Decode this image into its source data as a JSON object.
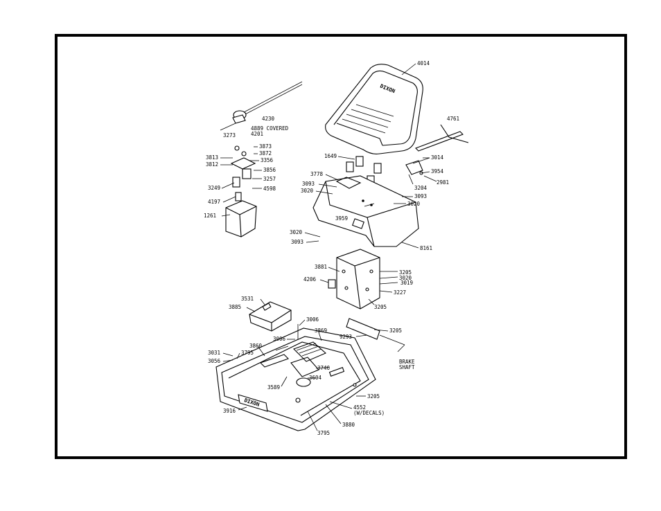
{
  "logos": {
    "seat_logo": "DIXON",
    "pan_logo": "DIXON"
  },
  "labels": [
    {
      "id": "4014",
      "text": "4014"
    },
    {
      "id": "4761",
      "text": "4761"
    },
    {
      "id": "4230",
      "text": "4230"
    },
    {
      "id": "3273",
      "text": "3273"
    },
    {
      "id": "4889",
      "text": "4889 COVERED"
    },
    {
      "id": "4201",
      "text": "4201"
    },
    {
      "id": "3873",
      "text": "3873"
    },
    {
      "id": "3872",
      "text": "3872"
    },
    {
      "id": "3356",
      "text": "3356"
    },
    {
      "id": "3813",
      "text": "3813"
    },
    {
      "id": "3812",
      "text": "3812"
    },
    {
      "id": "3856",
      "text": "3856"
    },
    {
      "id": "3257",
      "text": "3257"
    },
    {
      "id": "3249",
      "text": "3249"
    },
    {
      "id": "4598",
      "text": "4598"
    },
    {
      "id": "4197",
      "text": "4197"
    },
    {
      "id": "1261",
      "text": "1261"
    },
    {
      "id": "1649",
      "text": "1649"
    },
    {
      "id": "3778",
      "text": "3778"
    },
    {
      "id": "3093a",
      "text": "3093"
    },
    {
      "id": "3020a",
      "text": "3020"
    },
    {
      "id": "3014",
      "text": "3014"
    },
    {
      "id": "3954",
      "text": "3954"
    },
    {
      "id": "2981",
      "text": "2981"
    },
    {
      "id": "3204",
      "text": "3204"
    },
    {
      "id": "3093b",
      "text": "3093"
    },
    {
      "id": "3020b",
      "text": "3020"
    },
    {
      "id": "3959",
      "text": "3959"
    },
    {
      "id": "3020c",
      "text": "3020"
    },
    {
      "id": "3093c",
      "text": "3093"
    },
    {
      "id": "8161",
      "text": "8161"
    },
    {
      "id": "3881",
      "text": "3881"
    },
    {
      "id": "3205a",
      "text": "3205"
    },
    {
      "id": "3020d",
      "text": "3020"
    },
    {
      "id": "3019",
      "text": "3019"
    },
    {
      "id": "4206",
      "text": "4206"
    },
    {
      "id": "3227",
      "text": "3227"
    },
    {
      "id": "3531",
      "text": "3531"
    },
    {
      "id": "3885",
      "text": "3885"
    },
    {
      "id": "3205b",
      "text": "3205"
    },
    {
      "id": "3006a",
      "text": "3006"
    },
    {
      "id": "3869",
      "text": "3869"
    },
    {
      "id": "3006b",
      "text": "3006"
    },
    {
      "id": "3205c",
      "text": "3205"
    },
    {
      "id": "9293",
      "text": "9293"
    },
    {
      "id": "3860",
      "text": "3860"
    },
    {
      "id": "3031",
      "text": "3031"
    },
    {
      "id": "3795a",
      "text": "3795"
    },
    {
      "id": "3056",
      "text": "3056"
    },
    {
      "id": "3746",
      "text": "3746"
    },
    {
      "id": "3604",
      "text": "3604"
    },
    {
      "id": "3589",
      "text": "3589"
    },
    {
      "id": "brake1",
      "text": "BRAKE"
    },
    {
      "id": "brake2",
      "text": "SHAFT"
    },
    {
      "id": "3205d",
      "text": "3205"
    },
    {
      "id": "3916",
      "text": "3916"
    },
    {
      "id": "4552",
      "text": "4552"
    },
    {
      "id": "wdecals",
      "text": "(W/DECALS)"
    },
    {
      "id": "3880",
      "text": "3880"
    },
    {
      "id": "3795b",
      "text": "3795"
    }
  ]
}
